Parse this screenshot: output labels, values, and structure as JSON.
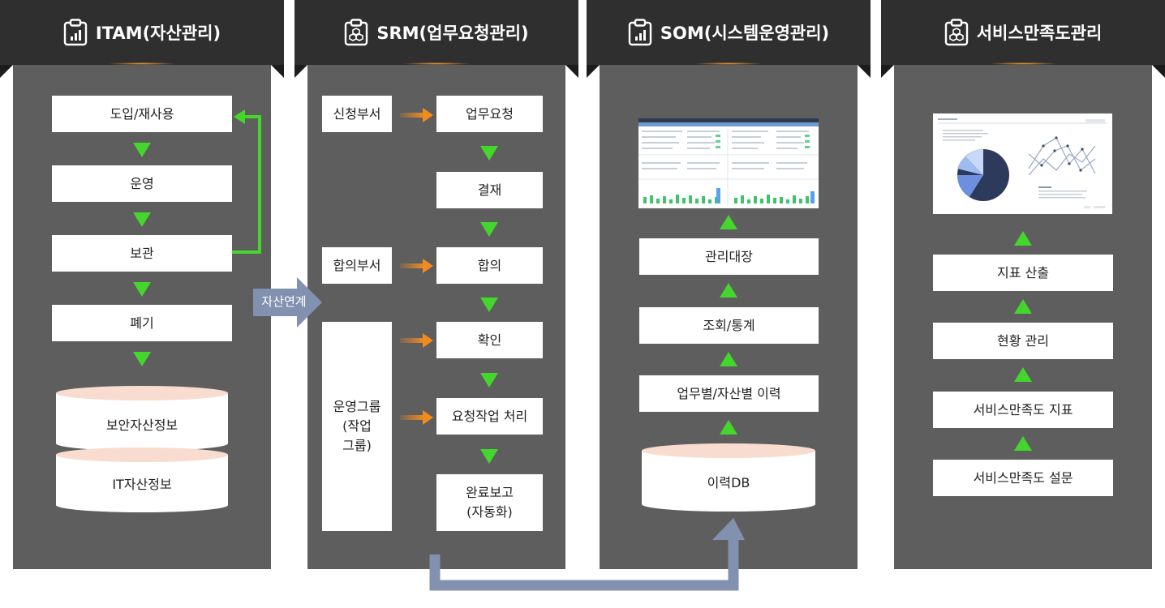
{
  "columns": [
    {
      "title": "ITAM(자산관리)",
      "icon": "chart-clipboard-icon"
    },
    {
      "title": "SRM(업무요청관리)",
      "icon": "cubes-clipboard-icon"
    },
    {
      "title": "SOM(시스템운영관리)",
      "icon": "chart-clipboard-icon"
    },
    {
      "title": "서비스만족도관리",
      "icon": "cubes-clipboard-icon"
    }
  ],
  "itam": {
    "steps": [
      "도입/재사용",
      "운영",
      "보관",
      "폐기"
    ],
    "db_top": "보안자산정보",
    "db_bottom": "IT자산정보"
  },
  "link_label": "자산연계",
  "srm": {
    "departments": [
      "신청부서",
      "합의부서",
      "운영그룹\n(작업\n그룹)"
    ],
    "steps": [
      "업무요청",
      "결재",
      "합의",
      "확인",
      "요청작업 처리",
      "완료보고\n(자동화)"
    ]
  },
  "som": {
    "steps": [
      "관리대장",
      "조회/통계",
      "업무별/자산별 이력"
    ],
    "db": "이력DB",
    "thumbnail": "dashboard-screenshot"
  },
  "satisfaction": {
    "steps": [
      "지표 산출",
      "현황 관리",
      "서비스만족도 지표",
      "서비스만족도 설문"
    ],
    "thumbnail": "report-screenshot"
  },
  "colors": {
    "header_bg": "#2f2f2f",
    "panel_bg": "#5e5e5e",
    "green": "#44d62c",
    "orange": "#f08c1e",
    "link_arrow": "#8391b0",
    "db_top": "#f8dccf"
  }
}
